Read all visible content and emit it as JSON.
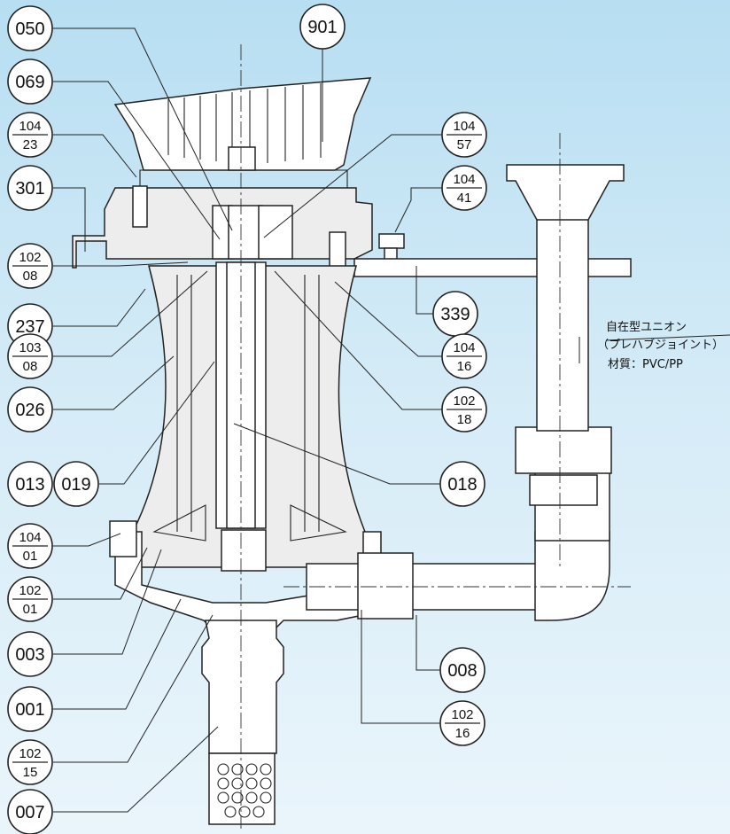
{
  "callouts": [
    {
      "id": "c050",
      "label": "050"
    },
    {
      "id": "c901",
      "label": "901"
    },
    {
      "id": "c069",
      "label": "069"
    },
    {
      "id": "c104_23",
      "top": "104",
      "bottom": "23"
    },
    {
      "id": "c104_57",
      "top": "104",
      "bottom": "57"
    },
    {
      "id": "c301",
      "label": "301"
    },
    {
      "id": "c104_41",
      "top": "104",
      "bottom": "41"
    },
    {
      "id": "c102_08",
      "top": "102",
      "bottom": "08"
    },
    {
      "id": "c237",
      "label": "237"
    },
    {
      "id": "c339",
      "label": "339"
    },
    {
      "id": "c103_08",
      "top": "103",
      "bottom": "08"
    },
    {
      "id": "c104_16",
      "top": "104",
      "bottom": "16"
    },
    {
      "id": "c026",
      "label": "026"
    },
    {
      "id": "c102_18",
      "top": "102",
      "bottom": "18"
    },
    {
      "id": "c013",
      "label": "013"
    },
    {
      "id": "c019",
      "label": "019"
    },
    {
      "id": "c018",
      "label": "018"
    },
    {
      "id": "c104_01",
      "top": "104",
      "bottom": "01"
    },
    {
      "id": "c102_01",
      "top": "102",
      "bottom": "01"
    },
    {
      "id": "c003",
      "label": "003"
    },
    {
      "id": "c008",
      "label": "008"
    },
    {
      "id": "c001",
      "label": "001"
    },
    {
      "id": "c102_16",
      "top": "102",
      "bottom": "16"
    },
    {
      "id": "c102_15",
      "top": "102",
      "bottom": "15"
    },
    {
      "id": "c007",
      "label": "007"
    }
  ],
  "notes": {
    "union_title": "自在型ユニオン",
    "union_sub": "（プレハブジョイント）",
    "material": "材質：PVC/PP"
  }
}
